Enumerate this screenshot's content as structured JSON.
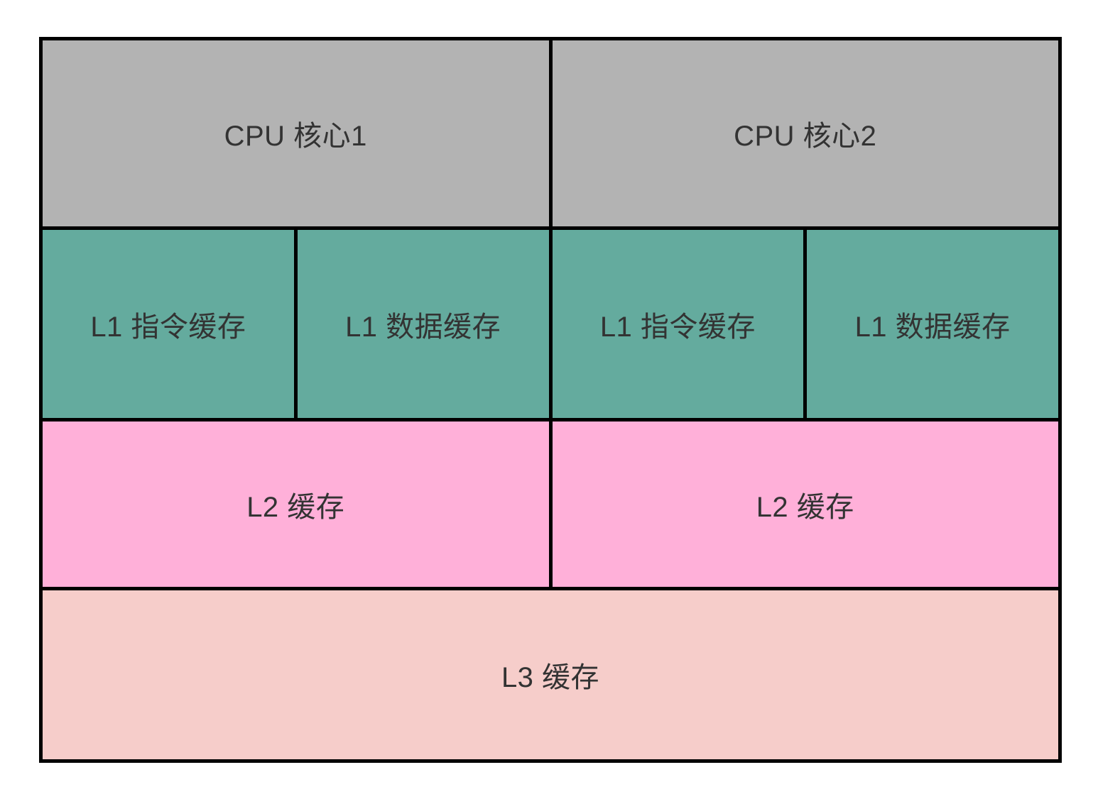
{
  "diagram": {
    "colors": {
      "cpu_core": "#b3b3b3",
      "l1_cache": "#64ab9e",
      "l2_cache": "#ffb0d9",
      "l3_cache": "#f6cdca",
      "border": "#000000",
      "text": "#333333",
      "page_background": "#ffffff"
    },
    "cpu_cores": [
      {
        "label": "CPU 核心1"
      },
      {
        "label": "CPU 核心2"
      }
    ],
    "l1_caches": [
      {
        "label": "L1 指令缓存"
      },
      {
        "label": "L1 数据缓存"
      },
      {
        "label": "L1 指令缓存"
      },
      {
        "label": "L1 数据缓存"
      }
    ],
    "l2_caches": [
      {
        "label": "L2 缓存"
      },
      {
        "label": "L2 缓存"
      }
    ],
    "l3_cache": {
      "label": "L3 缓存"
    }
  }
}
